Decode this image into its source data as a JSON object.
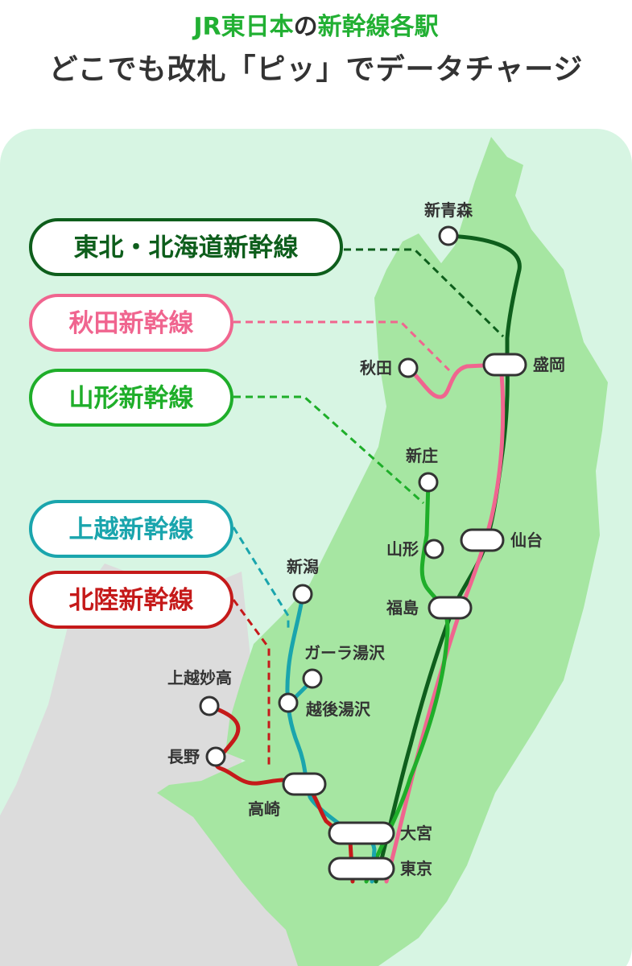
{
  "header": {
    "title_part1": "JR東日本",
    "title_part2": "の",
    "title_part3": "新幹線各駅",
    "subtitle": "どこでも改札「ピッ」でデータチャージ"
  },
  "lines": {
    "tohoku": {
      "label": "東北・北海道新幹線",
      "color": "#0e5e1c"
    },
    "akita": {
      "label": "秋田新幹線",
      "color": "#f0658f"
    },
    "yamagata": {
      "label": "山形新幹線",
      "color": "#1fae2a"
    },
    "joetsu": {
      "label": "上越新幹線",
      "color": "#1aa5ad"
    },
    "hokuriku": {
      "label": "北陸新幹線",
      "color": "#c51a1a"
    }
  },
  "stations": {
    "shin_aomori": "新青森",
    "morioka": "盛岡",
    "akita": "秋田",
    "shinjo": "新庄",
    "sendai": "仙台",
    "yamagata": "山形",
    "fukushima": "福島",
    "niigata": "新潟",
    "gala_yuzawa": "ガーラ湯沢",
    "joetsu_myoko": "上越妙高",
    "echigo_yuzawa": "越後湯沢",
    "nagano": "長野",
    "takasaki": "高崎",
    "omiya": "大宮",
    "tokyo": "東京"
  },
  "colors": {
    "sea": "#d7f5e3",
    "land": "#a6e6a2",
    "other_land": "#dcdcdc"
  }
}
